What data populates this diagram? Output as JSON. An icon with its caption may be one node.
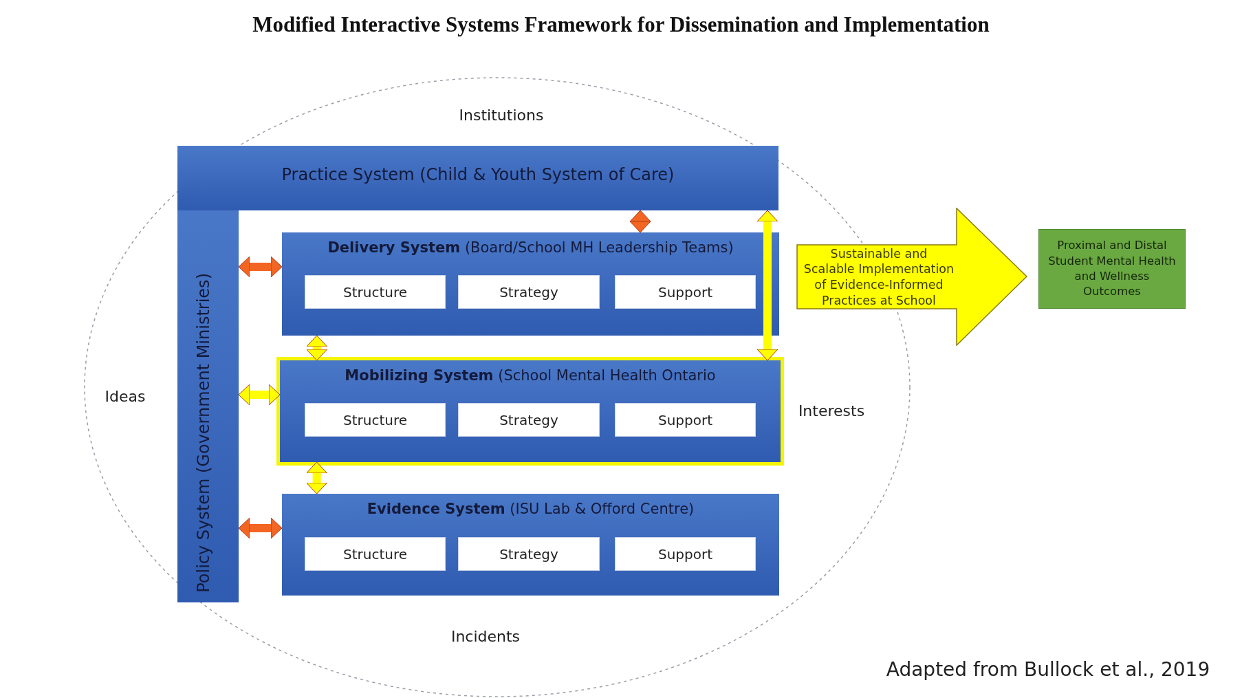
{
  "diagram": {
    "title": "Modified Interactive Systems Framework for Dissemination and Implementation",
    "nodes": [
      {
        "text": [
          "Practice System (Child & Youth System of Care)"
        ]
      },
      {
        "text": [
          "Policy System (Government Ministries)"
        ]
      },
      {
        "text": [
          "**Delivery System** (Board/School MH Leadership Teams)"
        ]
      },
      {
        "text": [
          "Structure"
        ],
        "in": 2
      },
      {
        "text": [
          "Strategy"
        ],
        "in": 2
      },
      {
        "text": [
          "Support"
        ],
        "in": 2
      },
      {
        "text": [
          "**Mobilizing System** (School Mental Health Ontario"
        ]
      },
      {
        "text": [
          "Structure"
        ],
        "in": 6
      },
      {
        "text": [
          "Strategy"
        ],
        "in": 6
      },
      {
        "text": [
          "Support"
        ],
        "in": 6
      },
      {
        "text": [
          "**Evidence System** (ISU Lab & Offord Centre)"
        ]
      },
      {
        "text": [
          "Structure"
        ],
        "in": 10
      },
      {
        "text": [
          "Strategy"
        ],
        "in": 10
      },
      {
        "text": [
          "Support"
        ],
        "in": 10
      },
      {
        "text": [
          "Sustainable and Scalable Implementation of Evidence-Informed Practices at School"
        ]
      },
      {
        "text": [
          "Proximal and Distal Student Mental Health and Wellness Outcomes"
        ]
      }
    ],
    "edges": [
      {
        "from": 0,
        "to": 2,
        "arrow": "both",
        "color": "#f26522"
      },
      {
        "from": 0,
        "to": 6,
        "arrow": "both"
      },
      {
        "from": 1,
        "to": 2,
        "arrow": "both",
        "color": "#f26522"
      },
      {
        "from": 2,
        "to": 6,
        "arrow": "both"
      },
      {
        "from": 1,
        "to": 6,
        "arrow": "both"
      },
      {
        "from": 6,
        "to": 10,
        "arrow": "both"
      },
      {
        "from": 1,
        "to": 10,
        "arrow": "both",
        "color": "#f26522"
      }
    ],
    "labels": [
      "Institutions",
      "Ideas",
      "Interests",
      "Incidents",
      "Adapted from Bullock et al., 2019"
    ]
  }
}
